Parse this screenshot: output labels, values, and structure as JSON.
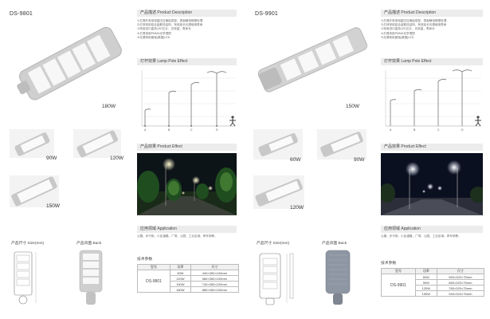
{
  "left": {
    "main_model": "DS-9801",
    "main_watt": "180W",
    "variants": [
      {
        "watt": "90W"
      },
      {
        "watt": "120W"
      },
      {
        "watt": "150W"
      }
    ],
    "description_heading": "产品描述 Product Description",
    "description_lines": [
      "①灯具外壳采用高压压铸铝成型，表面静电喷塑处理",
      "②灯体采用铝合金散热结构，有效延长光源使用寿命",
      "③采用进口高亮LED芯片，光效高，寿命长",
      "④灯具采用PMMA光学透镜",
      "⑤光源采用普瑞(美国)LED"
    ],
    "lamp_pole_heading": "灯杆效果 Lamp Pole Effect",
    "pole_labels": [
      "A",
      "B",
      "C",
      "D"
    ],
    "product_effect_heading": "产品效果 Product Effect",
    "application_heading": "应用领域 Application",
    "application_text": "公路、步行街、小区道路、广场、公园、工业区域、停车场等。",
    "size_heading": "产品尺寸 Size(mm)",
    "back_heading": "产品背面 Back",
    "tech_heading": "技术参数",
    "table_headers": [
      "型号",
      "功率",
      "尺寸"
    ],
    "table_model": "DS-9801",
    "table_rows": [
      {
        "power": "90W",
        "size": "440×350×100mm"
      },
      {
        "power": "120W",
        "size": "580×350×100mm"
      },
      {
        "power": "150W",
        "size": "740×350×100mm"
      },
      {
        "power": "180W",
        "size": "880×350×100mm"
      }
    ]
  },
  "right": {
    "main_model": "DS-9901",
    "main_watt": "150W",
    "variants": [
      {
        "watt": "60W"
      },
      {
        "watt": "90W"
      },
      {
        "watt": "120W"
      }
    ],
    "description_heading": "产品描述 Product Description",
    "description_lines": [
      "①灯具外壳采用高压压铸铝成型，表面静电喷塑处理",
      "②灯体采用铝合金散热结构，有效延长光源使用寿命",
      "③采用进口高亮LED芯片，光效高，寿命长",
      "④灯具采用PMMA光学透镜",
      "⑤光源采用普瑞(美国)LED"
    ],
    "lamp_pole_heading": "灯杆效果 Lamp Pole Effect",
    "pole_labels": [
      "A",
      "B",
      "C",
      "D"
    ],
    "product_effect_heading": "产品效果 Product Effect",
    "application_heading": "应用领域 Application",
    "application_text": "公路、步行街、小区道路、广场、公园、工业区域、停车场等。",
    "size_heading": "产品尺寸 Size(mm)",
    "back_heading": "产品背面 Back",
    "tech_heading": "技术参数",
    "table_headers": [
      "型号",
      "功率",
      "尺寸"
    ],
    "table_model": "DS-9901",
    "table_rows": [
      {
        "power": "60W",
        "size": "550×320×75mm"
      },
      {
        "power": "90W",
        "size": "680×320×75mm"
      },
      {
        "power": "120W",
        "size": "780×320×75mm"
      },
      {
        "power": "150W",
        "size": "940×320×75mm"
      }
    ]
  },
  "colors": {
    "lamp_body": "#c9c9c9",
    "led_panel": "#f4f4f4",
    "header_bg": "#ececec",
    "night_sky": "#0b1020"
  }
}
